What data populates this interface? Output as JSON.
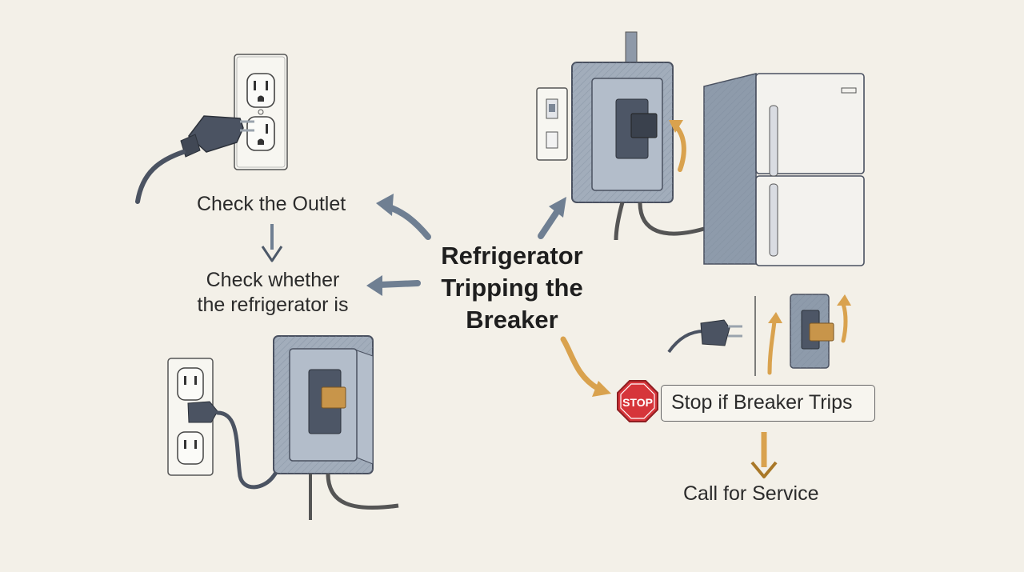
{
  "title": {
    "line1": "Refrigerator",
    "line2": "Tripping the",
    "line3": "Breaker"
  },
  "steps": {
    "check_outlet": "Check the Outlet",
    "check_whether_line1": "Check whether",
    "check_whether_line2": "the refrigerator is",
    "stop_if_trips": "Stop if Breaker Trips",
    "call_service": "Call for Service"
  },
  "stop_sign_text": "STOP",
  "colors": {
    "background": "#f3f0e8",
    "arrow_gray": "#6f7f92",
    "arrow_orange": "#d9a24e",
    "stop_red": "#d6353a",
    "panel_gray": "#8b97a8",
    "switch_tab": "#c8954a"
  },
  "icons": [
    "plug-into-outlet-icon",
    "breaker-panel-icon",
    "wall-switch-icon",
    "refrigerator-icon",
    "outlet-with-breaker-icon",
    "plug-and-breaker-icon",
    "stop-sign-icon"
  ]
}
